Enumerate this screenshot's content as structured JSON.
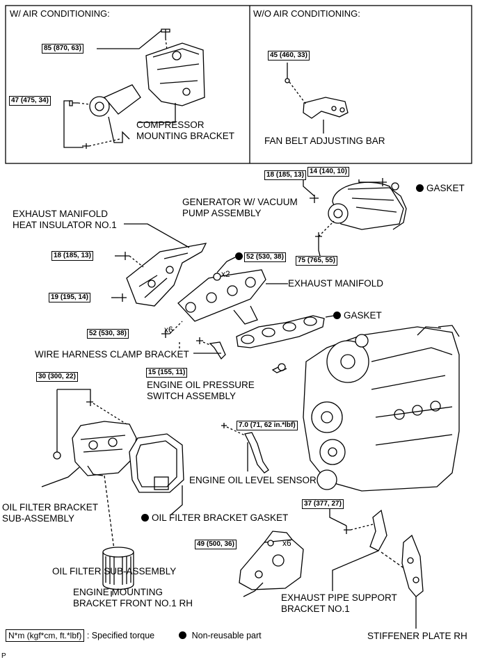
{
  "panels": {
    "with_ac": "W/ AIR CONDITIONING:",
    "without_ac": "W/O AIR CONDITIONING:"
  },
  "torques": {
    "t85": "85 (870, 63)",
    "t47": "47 (475, 34)",
    "t45": "45 (460, 33)",
    "t18a": "18 (185, 13)",
    "t14": "14 (140, 10)",
    "t75": "75 (765, 55)",
    "t18b": "18 (185, 13)",
    "t52a": "52 (530, 38)",
    "t19": "19 (195, 14)",
    "t52b": "52 (530, 38)",
    "t15": "15 (155, 11)",
    "t30": "30 (300, 22)",
    "t70": "7.0 (71, 62 in.*lbf)",
    "t37": "37 (377, 27)",
    "t49": "49 (500, 36)"
  },
  "labels": {
    "compressor_bracket": [
      "COMPRESSOR",
      "MOUNTING BRACKET"
    ],
    "fan_belt_bar": "FAN BELT ADJUSTING BAR",
    "gasket1": "GASKET",
    "generator": [
      "GENERATOR W/ VACUUM",
      "PUMP ASSEMBLY"
    ],
    "heat_insulator": [
      "EXHAUST MANIFOLD",
      "HEAT INSULATOR NO.1"
    ],
    "x2": "x2",
    "exhaust_manifold": "EXHAUST MANIFOLD",
    "gasket2": "GASKET",
    "x6a": "x6",
    "wire_harness": "WIRE HARNESS CLAMP BRACKET",
    "oil_pressure_switch": [
      "ENGINE OIL PRESSURE",
      "SWITCH ASSEMBLY"
    ],
    "oil_level_sensor": "ENGINE OIL LEVEL SENSOR",
    "oil_filter_bracket": [
      "OIL FILTER BRACKET",
      "SUB-ASSEMBLY"
    ],
    "oil_filter_bracket_gasket": "OIL FILTER BRACKET GASKET",
    "oil_filter": "OIL FILTER SUB-ASSEMBLY",
    "x6b": "x6",
    "engine_mounting_bracket": [
      "ENGINE MOUNTING",
      "BRACKET FRONT NO.1 RH"
    ],
    "exhaust_pipe_support": [
      "EXHAUST PIPE SUPPORT",
      "BRACKET NO.1"
    ],
    "stiffener_plate": "STIFFENER PLATE RH"
  },
  "legend": {
    "torque_box": "N*m (kgf*cm, ft.*lbf)",
    "torque_desc": ": Specified torque",
    "nonreusable": "Non-reusable part"
  },
  "corner": "P"
}
